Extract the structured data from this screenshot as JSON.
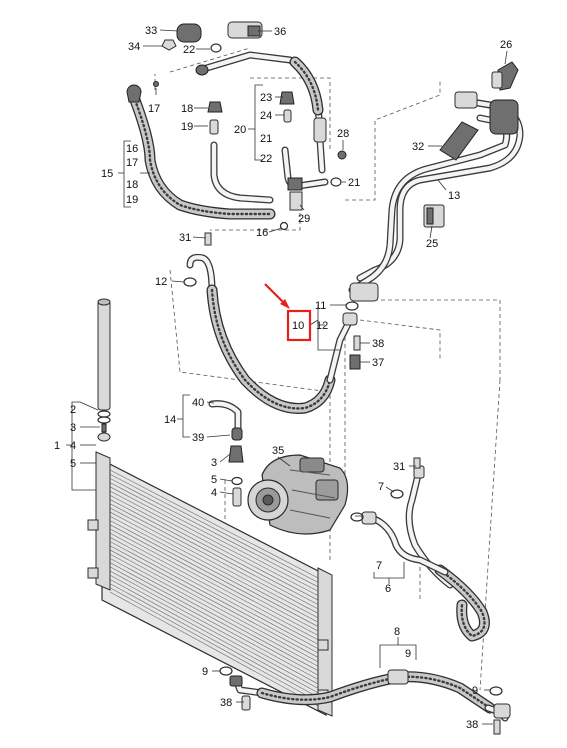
{
  "callouts": {
    "c1": "1",
    "c2": "2",
    "c3": "3",
    "c4": "4",
    "c5": "5",
    "c6": "6",
    "c7": "7",
    "c8": "8",
    "c9": "9",
    "c10": "10",
    "c11": "11",
    "c12": "12",
    "c13": "13",
    "c14": "14",
    "c15": "15",
    "c16": "16",
    "c17": "17",
    "c18": "18",
    "c19": "19",
    "c20": "20",
    "c21": "21",
    "c22": "22",
    "c23": "23",
    "c24": "24",
    "c25": "25",
    "c26": "26",
    "c28": "28",
    "c29": "29",
    "c31": "31",
    "c32": "32",
    "c33": "33",
    "c34": "34",
    "c35": "35",
    "c36": "36",
    "c37": "37",
    "c38": "38",
    "c39": "39",
    "c40": "40"
  },
  "highlight": {
    "target_label": "10",
    "color": "#e8201a"
  }
}
